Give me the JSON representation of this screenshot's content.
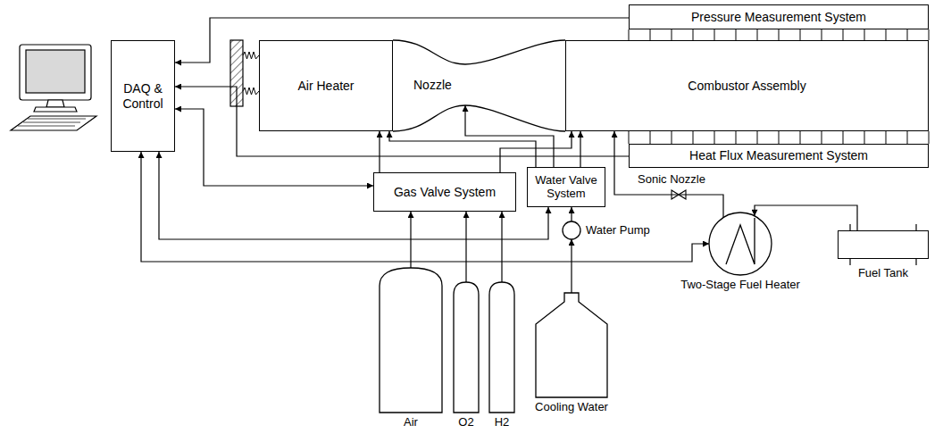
{
  "diagram": {
    "nodes": [
      {
        "text": [
          "Pressure Measurement System"
        ]
      },
      {
        "text": [
          "DAQ & Control"
        ]
      },
      {
        "text": [
          "Air Heater"
        ]
      },
      {
        "text": [
          "Nozzle"
        ]
      },
      {
        "text": [
          "Combustor Assembly"
        ]
      },
      {
        "text": [
          "Heat Flux Measurement System"
        ]
      },
      {
        "text": [
          "Gas Valve System"
        ]
      },
      {
        "text": [
          "Water Valve System"
        ]
      },
      {
        "text": [
          "Water Pump"
        ]
      },
      {
        "text": [
          "Two-Stage Fuel Heater"
        ]
      },
      {
        "text": [
          "Fuel Tank"
        ]
      },
      {
        "text": [
          "Air"
        ]
      },
      {
        "text": [
          "O2"
        ]
      },
      {
        "text": [
          "H2"
        ]
      },
      {
        "text": [
          "Cooling Water"
        ]
      }
    ],
    "edges": [
      {
        "from": 0,
        "to": 1,
        "arrow": "to"
      },
      {
        "from": 5,
        "to": 1,
        "arrow": "to"
      },
      {
        "from": 1,
        "to": 6,
        "arrow": "both"
      },
      {
        "from": 1,
        "to": 7,
        "arrow": "both"
      },
      {
        "from": 1,
        "to": 9,
        "arrow": "both"
      },
      {
        "from": 11,
        "to": 6,
        "arrow": "to"
      },
      {
        "from": 12,
        "to": 6,
        "arrow": "to"
      },
      {
        "from": 13,
        "to": 6,
        "arrow": "to"
      },
      {
        "from": 6,
        "to": 2,
        "arrow": "to"
      },
      {
        "from": 6,
        "to": 4,
        "arrow": "to"
      },
      {
        "from": 7,
        "to": 2,
        "arrow": "to"
      },
      {
        "from": 7,
        "to": 3,
        "arrow": "to"
      },
      {
        "from": 7,
        "to": 4,
        "arrow": "to"
      },
      {
        "from": 14,
        "to": 8,
        "arrow": "to"
      },
      {
        "from": 8,
        "to": 7,
        "arrow": "to"
      },
      {
        "from": 10,
        "to": 9,
        "arrow": "to"
      },
      {
        "from": 9,
        "to": 4,
        "arrow": "to"
      }
    ],
    "labels": [
      "Sonic Nozzle"
    ]
  }
}
